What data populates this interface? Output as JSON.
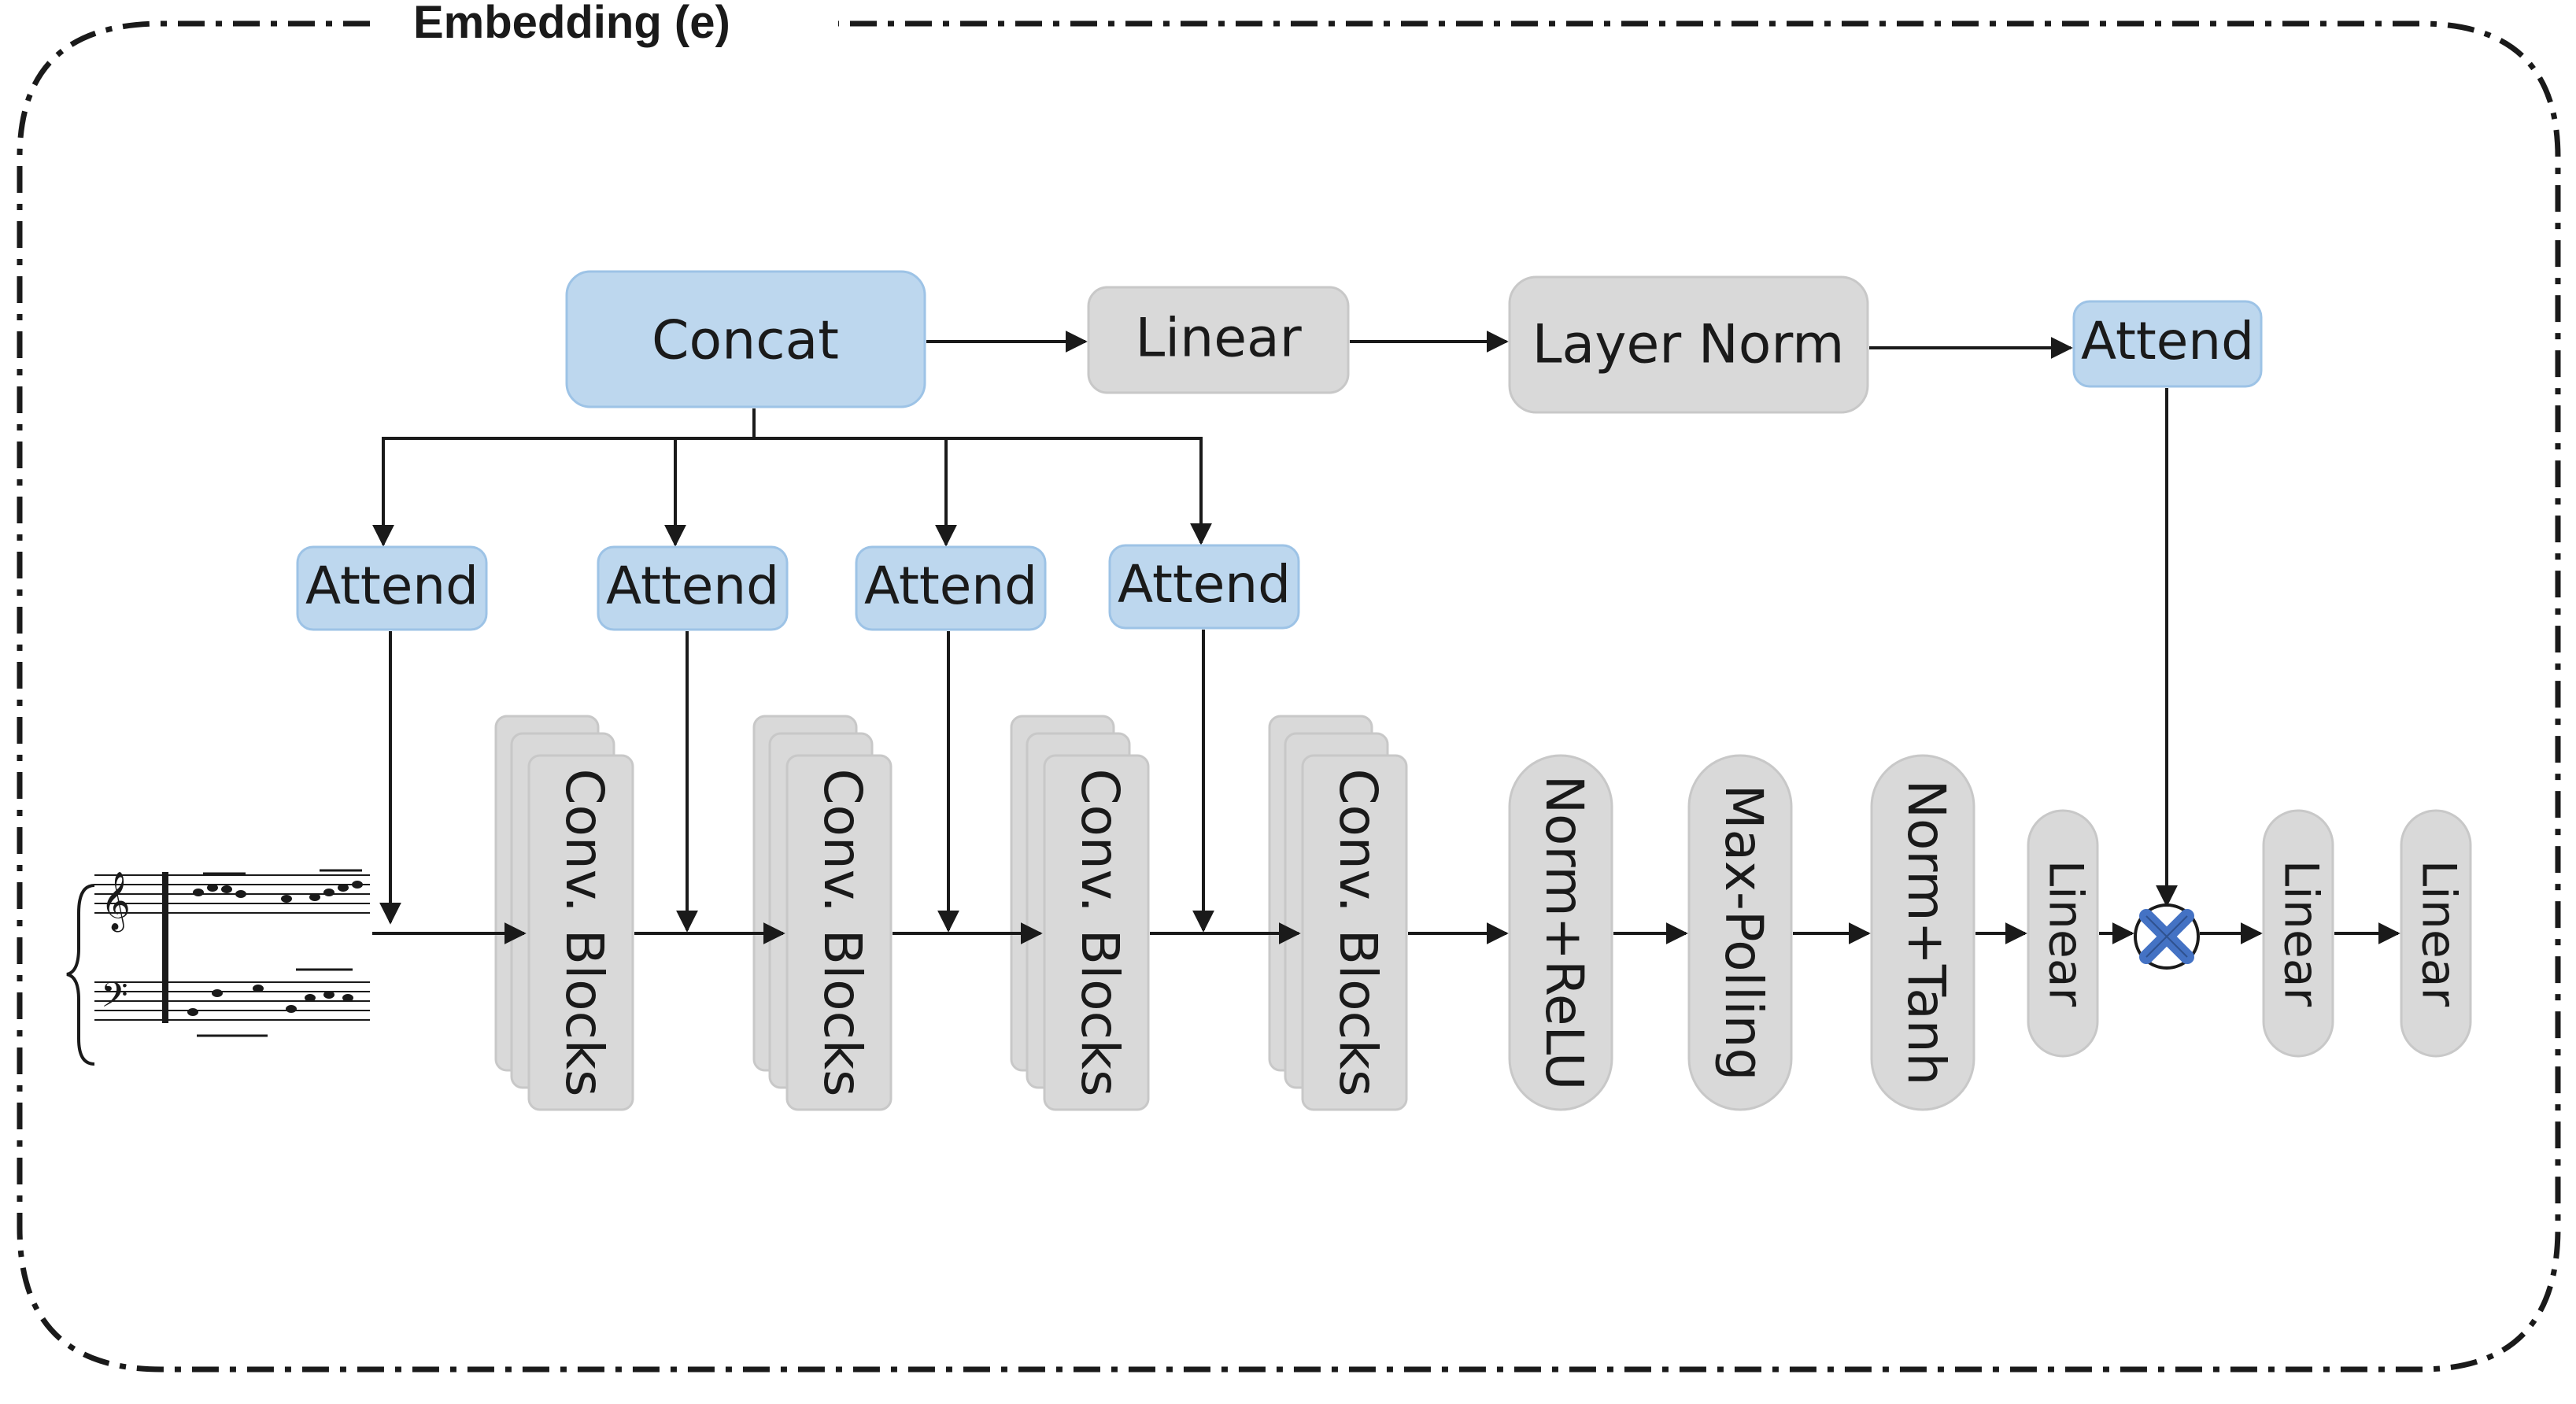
{
  "frame": {
    "title": "Embedding (e)"
  },
  "top_row": {
    "concat": "Concat",
    "linear": "Linear",
    "layer_norm": "Layer Norm",
    "attend": "Attend"
  },
  "attend_row": [
    "Attend",
    "Attend",
    "Attend",
    "Attend"
  ],
  "conv_blocks": [
    "Conv. Blocks",
    "Conv. Blocks",
    "Conv. Blocks",
    "Conv. Blocks"
  ],
  "pipeline": {
    "norm_relu": "Norm+ReLU",
    "max_pooling": "Max-Polling",
    "norm_tanh": "Norm+Tanh",
    "linear_1": "Linear",
    "linear_2": "Linear",
    "linear_3": "Linear"
  },
  "icons": {
    "multiply": "multiply-icon",
    "sheet_music": "sheet-music-icon"
  },
  "colors": {
    "blue_box": "#bdd7ee",
    "blue_border": "#9dc3e6",
    "gray_box": "#d9d9d9",
    "gray_border": "#c8c8c8",
    "multiply_fill": "#4472c4",
    "line": "#1a1a1a"
  }
}
